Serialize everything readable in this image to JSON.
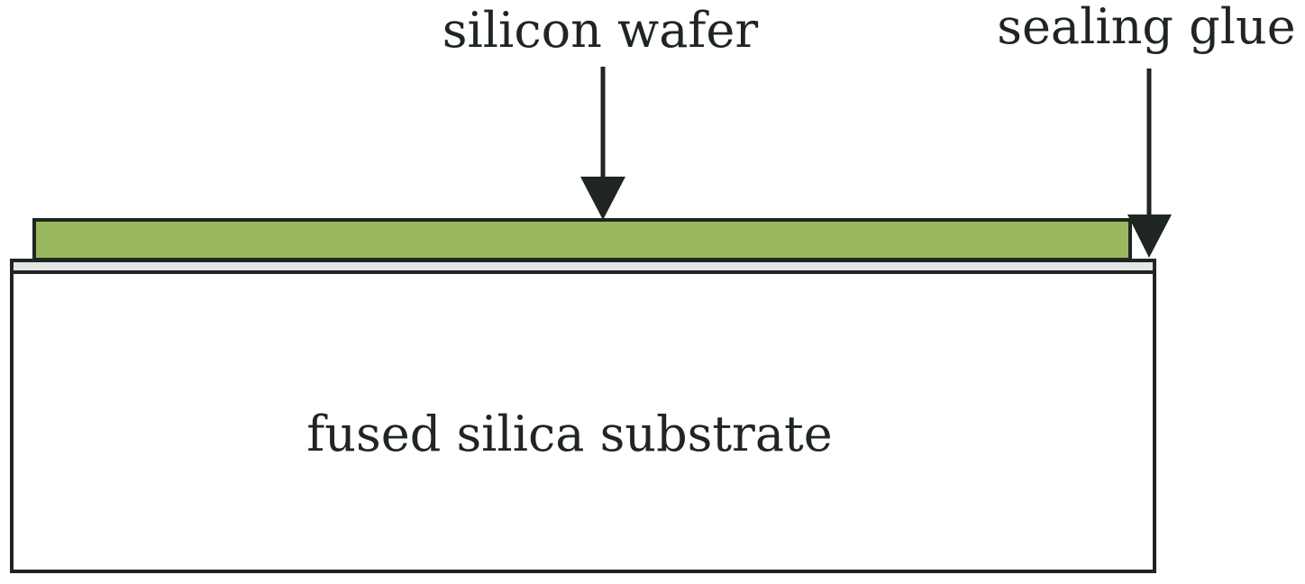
{
  "labels": {
    "wafer": "silicon wafer",
    "glue": "sealing glue",
    "substrate": "fused silica substrate"
  },
  "colors": {
    "wafer_fill": "#9cb85e",
    "outline": "#1f2622",
    "glue_fill": "#e6e6e6",
    "substrate_fill": "#ffffff",
    "text": "#1f2622"
  }
}
